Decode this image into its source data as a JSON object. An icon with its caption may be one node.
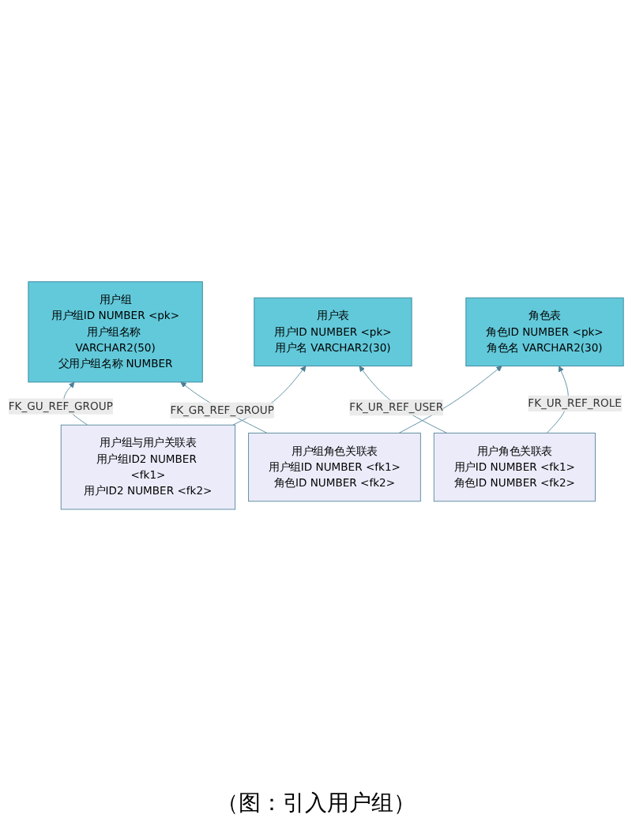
{
  "diagram": {
    "caption": "（图：引入用户组）",
    "nodes": [
      {
        "text": [
          "用户组",
          "用户组ID NUMBER <pk>",
          "用户组名称 VARCHAR2(50)",
          "父用户组名称 NUMBER"
        ]
      },
      {
        "text": [
          "用户组与用户关联表",
          "用户组ID2 NUMBER <fk1>",
          "用户ID2 NUMBER <fk2>"
        ]
      },
      {
        "text": [
          "用户组角色关联表",
          "用户组ID NUMBER <fk1>",
          "角色ID NUMBER <fk2>"
        ]
      },
      {
        "text": [
          "用户表",
          "用户ID NUMBER <pk>",
          "用户名 VARCHAR2(30)"
        ]
      },
      {
        "text": [
          "角色表",
          "角色ID NUMBER <pk>",
          "角色名 VARCHAR2(30)"
        ]
      },
      {
        "text": [
          "用户角色关联表",
          "用户ID NUMBER <fk1>",
          "角色ID NUMBER <fk2>"
        ]
      }
    ],
    "edges": [
      {
        "from": 1,
        "to": 0,
        "arrow": "to",
        "label": "FK_GU_REF_GROUP"
      },
      {
        "from": 2,
        "to": 0,
        "arrow": "to",
        "label": "FK_GR_REF_GROUP"
      },
      {
        "from": 1,
        "to": 3,
        "arrow": "to"
      },
      {
        "from": 2,
        "to": 4,
        "arrow": "to"
      },
      {
        "from": 5,
        "to": 3,
        "arrow": "to",
        "label": "FK_UR_REF_USER"
      },
      {
        "from": 5,
        "to": 4,
        "arrow": "to",
        "label": "FK_UR_REF_ROLE"
      }
    ]
  }
}
